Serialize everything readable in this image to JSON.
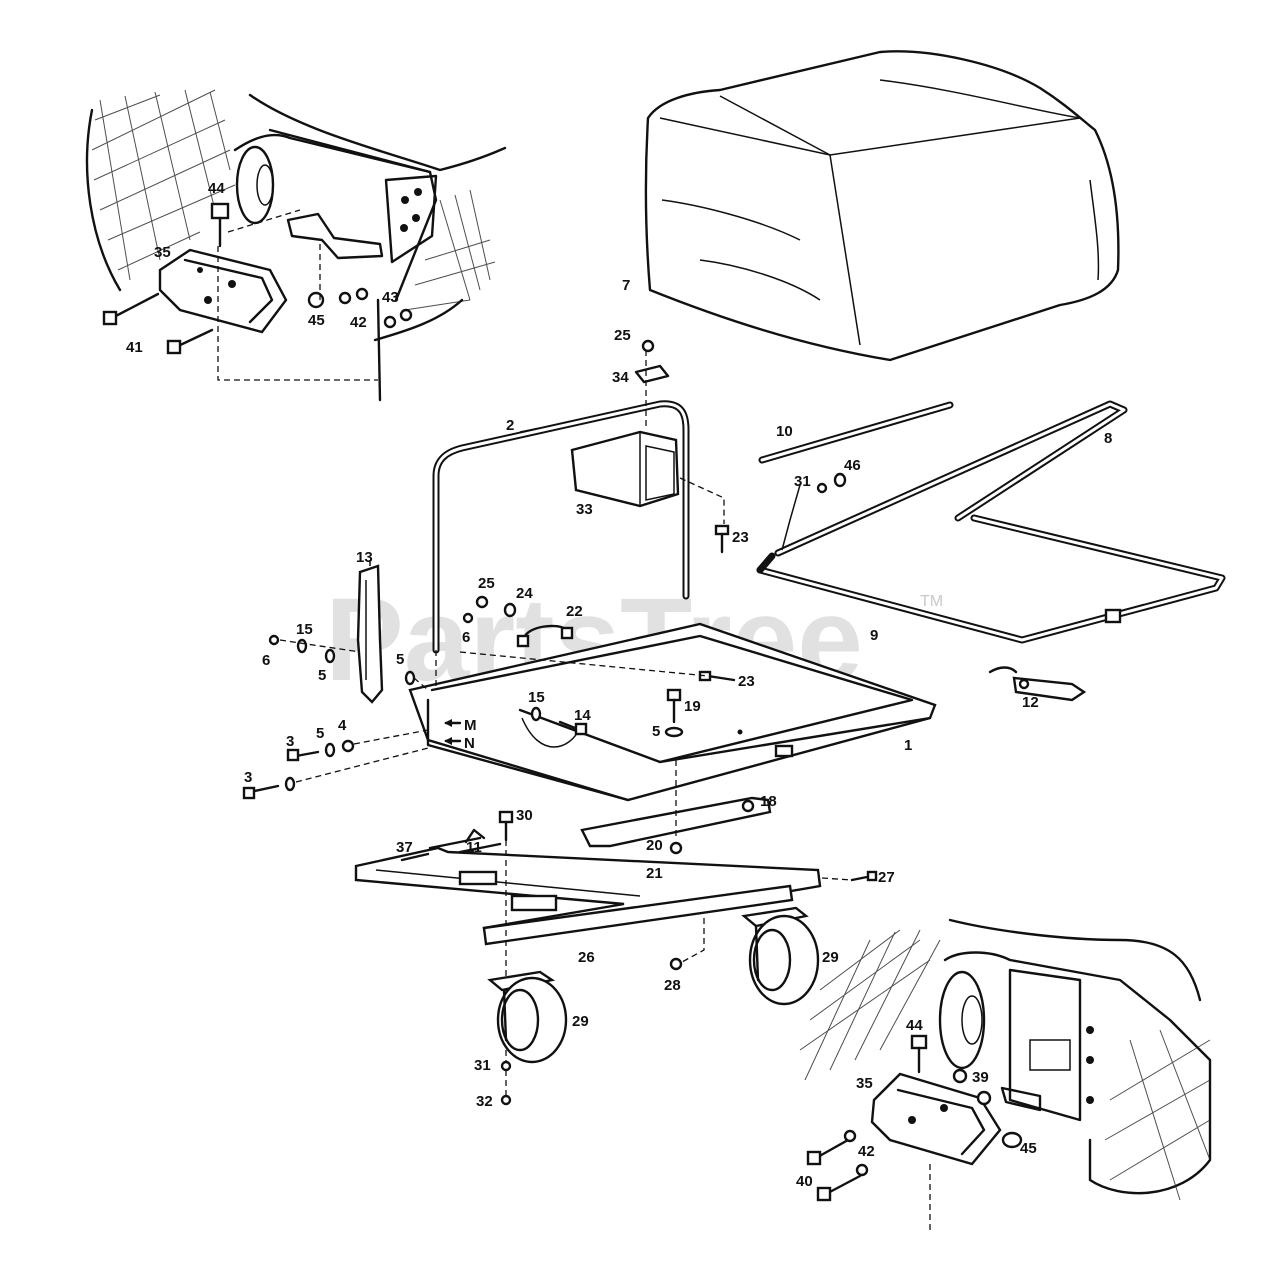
{
  "watermark": {
    "text": "PartsTree",
    "trademark": "TM"
  },
  "labels": {
    "p1": "1",
    "p2": "2",
    "p3a": "3",
    "p3b": "3",
    "p4": "4",
    "p5a": "5",
    "p5b": "5",
    "p5c": "5",
    "p5d": "5",
    "p6a": "6",
    "p6b": "6",
    "p7": "7",
    "p8": "8",
    "p9": "9",
    "p10": "10",
    "p11": "11",
    "p12": "12",
    "p13": "13",
    "p14": "14",
    "p15a": "15",
    "p15b": "15",
    "p18": "18",
    "p19": "19",
    "p20": "20",
    "p21": "21",
    "p22": "22",
    "p23a": "23",
    "p23b": "23",
    "p24": "24",
    "p25a": "25",
    "p25b": "25",
    "p26": "26",
    "p27": "27",
    "p28": "28",
    "p29a": "29",
    "p29b": "29",
    "p30": "30",
    "p31a": "31",
    "p31b": "31",
    "p32": "32",
    "p33": "33",
    "p34": "34",
    "p35a": "35",
    "p35b": "35",
    "p37": "37",
    "p39": "39",
    "p40": "40",
    "p41": "41",
    "p42a": "42",
    "p42b": "42",
    "p43": "43",
    "p44a": "44",
    "p44b": "44",
    "p45a": "45",
    "p45b": "45",
    "p46": "46"
  },
  "direction_labels": {
    "m": "M",
    "n": "N"
  }
}
